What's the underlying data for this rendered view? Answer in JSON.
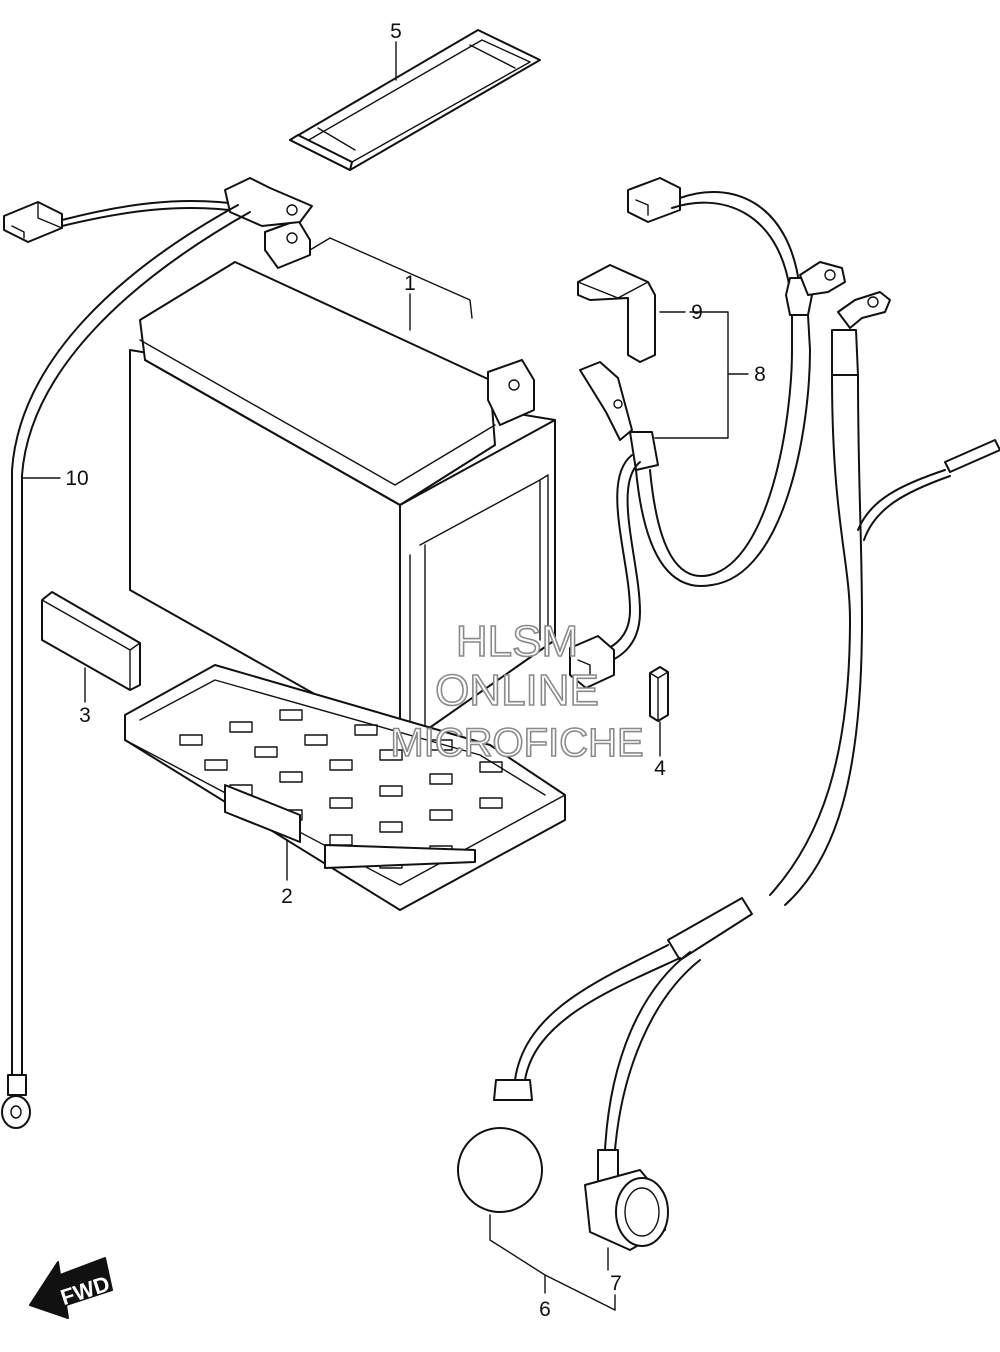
{
  "diagram": {
    "callouts": [
      "1",
      "2",
      "3",
      "4",
      "5",
      "6",
      "7",
      "8",
      "9",
      "10"
    ],
    "watermark": {
      "line1": "HLSM",
      "line2": "ONLINE",
      "line3": "MICROFICHE"
    },
    "fwd_label": "FWD"
  },
  "colors": {
    "line": "#111111",
    "watermark_stroke": "#8a8a8a"
  }
}
